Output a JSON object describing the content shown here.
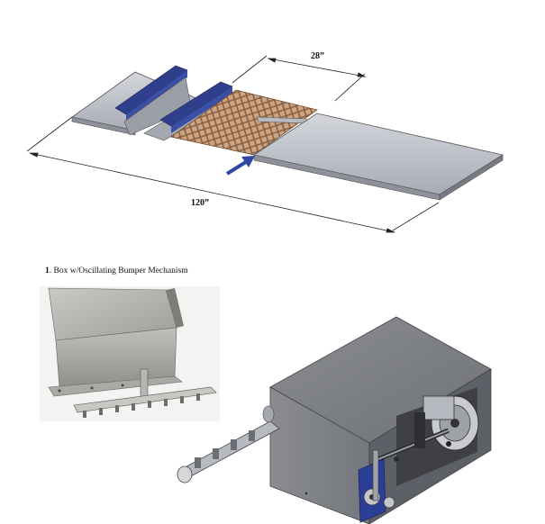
{
  "top_diagram": {
    "dim_width_label": "28”",
    "dim_length_label": "120”"
  },
  "caption": {
    "number": "1",
    "text": ". Box  w/Oscillating Bumper  Mechanism"
  },
  "colors": {
    "rail_blue": "#3a4fa6",
    "plate_gray": "#b9bcc4",
    "mesh_brown": "#b08463",
    "arrow_blue": "#3146a3",
    "box_dark": "#6f7178"
  }
}
